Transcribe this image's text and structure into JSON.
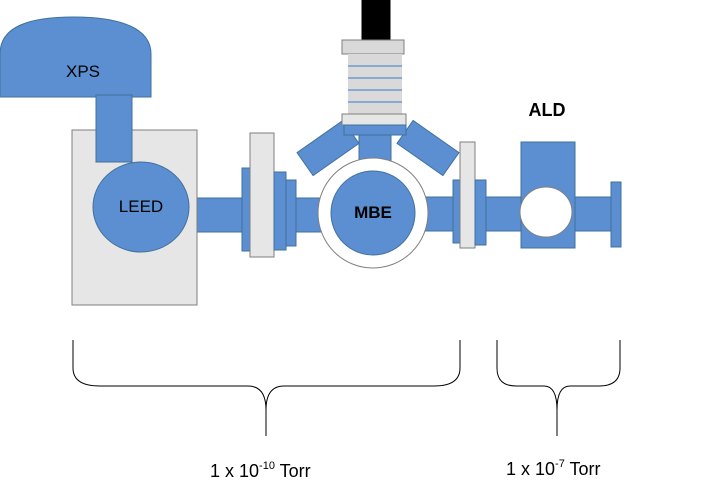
{
  "labels": {
    "xps": "XPS",
    "leed": "LEED",
    "mbe": "MBE",
    "ald": "ALD"
  },
  "pressure_uhv": {
    "prefix": "1 x 10",
    "exponent": "-10",
    "suffix": " Torr"
  },
  "pressure_ald": {
    "prefix": "1 x 10",
    "exponent": "-7",
    "suffix": " Torr"
  },
  "colors": {
    "chamber_blue": "#5B8FD1",
    "chamber_outline": "#41719C",
    "light_gray": "#E7E6E6",
    "gray_outline": "#7F7F7F",
    "gun_gray": "#D9D9D9",
    "black": "#000000",
    "white": "#FFFFFF"
  }
}
